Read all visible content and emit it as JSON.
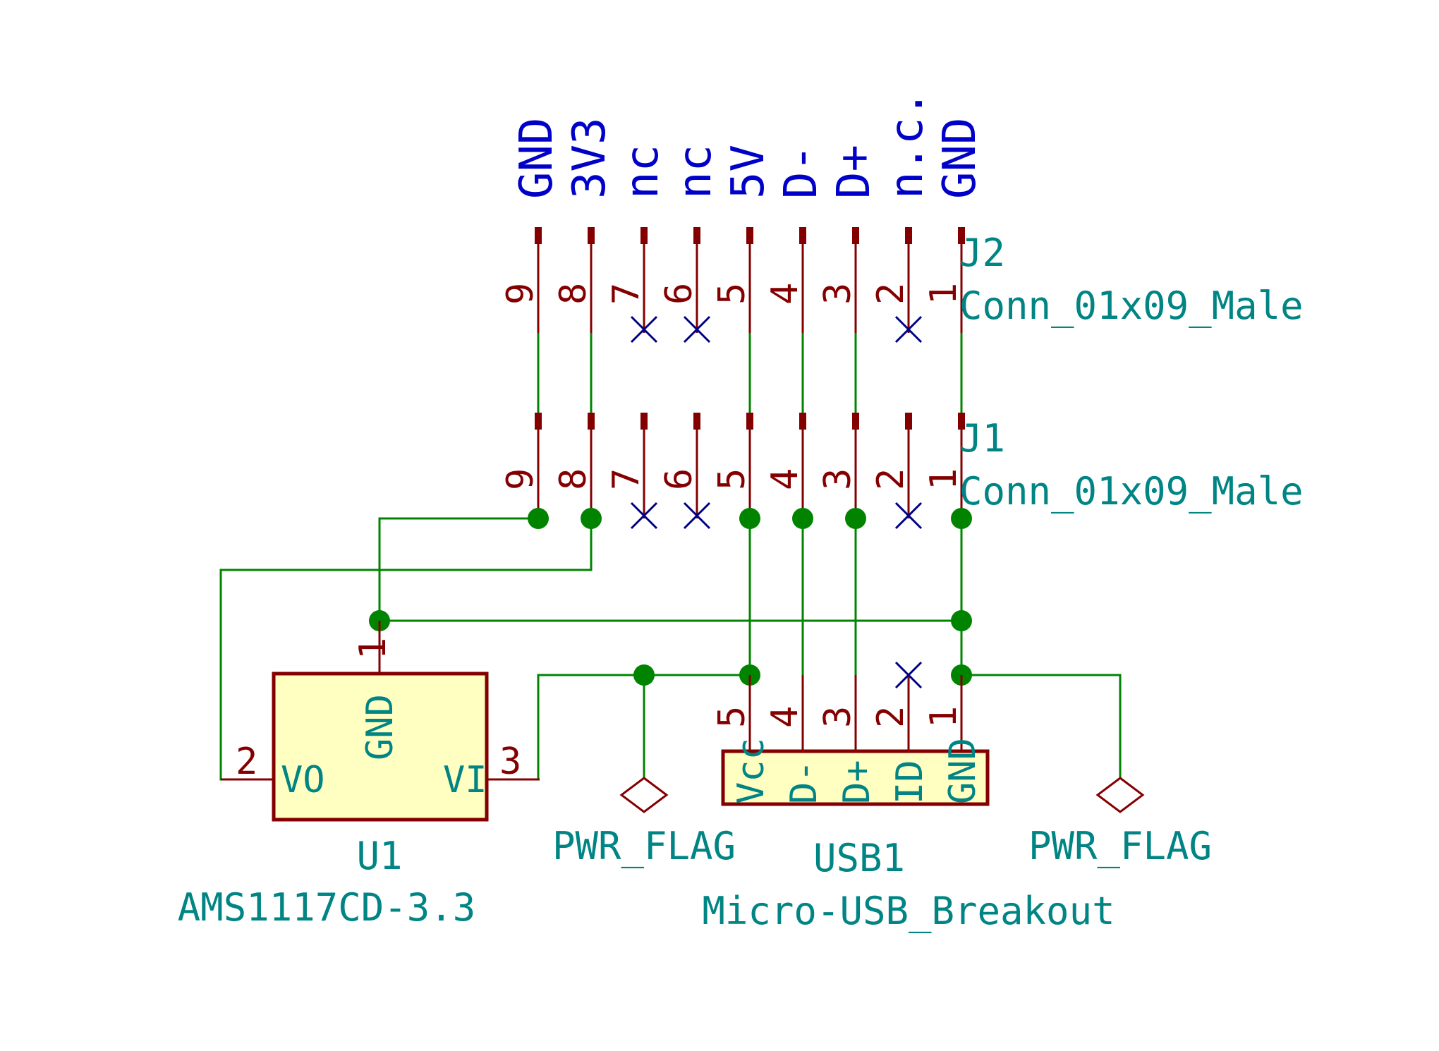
{
  "colors": {
    "pin": "#840000",
    "wire": "#008400",
    "component_fill": "#ffffc2",
    "no_connect": "#000084",
    "net_label": "#0000c8",
    "field_text": "#008484"
  },
  "net_labels": [
    "GND",
    "3V3",
    "nc",
    "nc",
    "5V",
    "D-",
    "D+",
    "n.c.",
    "GND"
  ],
  "j2": {
    "reference": "J2",
    "value": "Conn_01x09_Male",
    "pin_numbers": [
      "9",
      "8",
      "7",
      "6",
      "5",
      "4",
      "3",
      "2",
      "1"
    ]
  },
  "j1": {
    "reference": "J1",
    "value": "Conn_01x09_Male",
    "pin_numbers": [
      "9",
      "8",
      "7",
      "6",
      "5",
      "4",
      "3",
      "2",
      "1"
    ]
  },
  "u1": {
    "reference": "U1",
    "value": "AMS1117CD-3.3",
    "pins": {
      "gnd": {
        "number": "1",
        "name": "GND"
      },
      "vo": {
        "number": "2",
        "name": "VO"
      },
      "vi": {
        "number": "3",
        "name": "VI"
      }
    }
  },
  "usb1": {
    "reference": "USB1",
    "value": "Micro-USB_Breakout",
    "pins": [
      {
        "number": "5",
        "name": "Vcc"
      },
      {
        "number": "4",
        "name": "D-"
      },
      {
        "number": "3",
        "name": "D+"
      },
      {
        "number": "2",
        "name": "ID"
      },
      {
        "number": "1",
        "name": "GND"
      }
    ]
  },
  "power_flags": [
    "PWR_FLAG",
    "PWR_FLAG"
  ]
}
